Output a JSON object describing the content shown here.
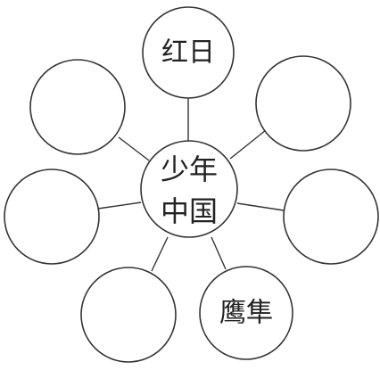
{
  "center": {
    "line1": "少年",
    "line2": "中国"
  },
  "nodes": {
    "top": "红日",
    "upper_right": "",
    "right": "",
    "lower_right": "鹰隼",
    "lower_left": "",
    "left": "",
    "upper_left": ""
  }
}
